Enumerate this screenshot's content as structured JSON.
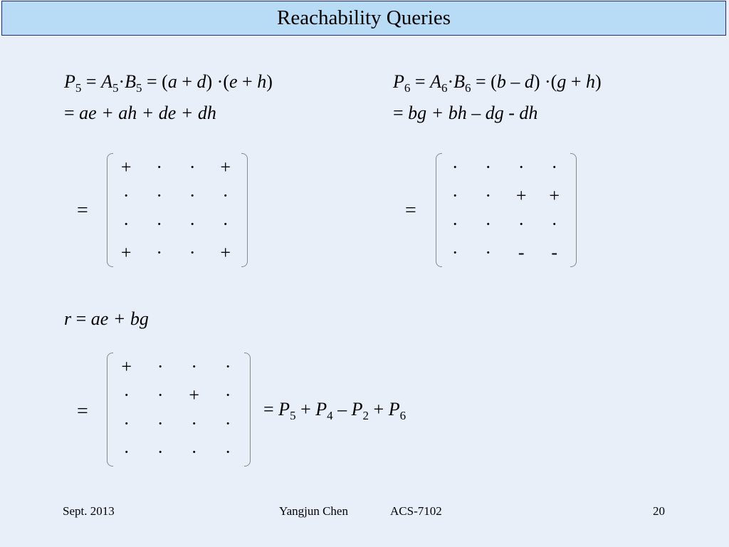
{
  "title": "Reachability Queries",
  "left": {
    "line1": {
      "p": "P",
      "psub": "5",
      "eqA": " = ",
      "a": "A",
      "asub": "5",
      "dot": "·",
      "b": "B",
      "bsub": "5",
      "rest1": " = (",
      "v1": "a",
      "op1": " + ",
      "v2": "d",
      "rest2": ") ·(",
      "v3": "e",
      "op2": " + ",
      "v4": "h",
      "rest3": ")"
    },
    "line2": {
      "text_prefix": "= ",
      "expr": "ae + ah + de + dh"
    },
    "eq_sign": "=",
    "matrix": [
      [
        "+",
        "·",
        "·",
        "+"
      ],
      [
        "·",
        "·",
        "·",
        "·"
      ],
      [
        "·",
        "·",
        "·",
        "·"
      ],
      [
        "+",
        "·",
        "·",
        "+"
      ]
    ]
  },
  "right": {
    "line1": {
      "p": "P",
      "psub": "6",
      "eqA": " = ",
      "a": "A",
      "asub": "6",
      "dot": "·",
      "b": "B",
      "bsub": "6",
      "rest1": " = (",
      "v1": "b",
      "op1": " – ",
      "v2": "d",
      "rest2": ") ·(",
      "v3": "g",
      "op2": " + ",
      "v4": "h",
      "rest3": ")"
    },
    "line2": {
      "text_prefix": "= ",
      "expr": "bg + bh – dg - dh"
    },
    "eq_sign": "=",
    "matrix": [
      [
        "·",
        "·",
        "·",
        "·"
      ],
      [
        "·",
        "·",
        "+",
        "+"
      ],
      [
        "·",
        "·",
        "·",
        "·"
      ],
      [
        "·",
        "·",
        "-",
        "-"
      ]
    ]
  },
  "r_eq": {
    "r": "r",
    "rest": " = ",
    "expr": "ae + bg"
  },
  "bottom": {
    "eq_sign": "=",
    "matrix": [
      [
        "+",
        "·",
        "·",
        "·"
      ],
      [
        "·",
        "·",
        "+",
        "·"
      ],
      [
        "·",
        "·",
        "·",
        "·"
      ],
      [
        "·",
        "·",
        "·",
        "·"
      ]
    ],
    "sum": {
      "prefix": "= ",
      "t1": "P",
      "s1": "5",
      "op1": " + ",
      "t2": "P",
      "s2": "4",
      "op2": " – ",
      "t3": "P",
      "s3": "2",
      "op3": " + ",
      "t4": "P",
      "s4": "6"
    }
  },
  "footer": {
    "date": "Sept. 2013",
    "author": "Yangjun Chen",
    "course": "ACS-7102",
    "page": "20"
  }
}
